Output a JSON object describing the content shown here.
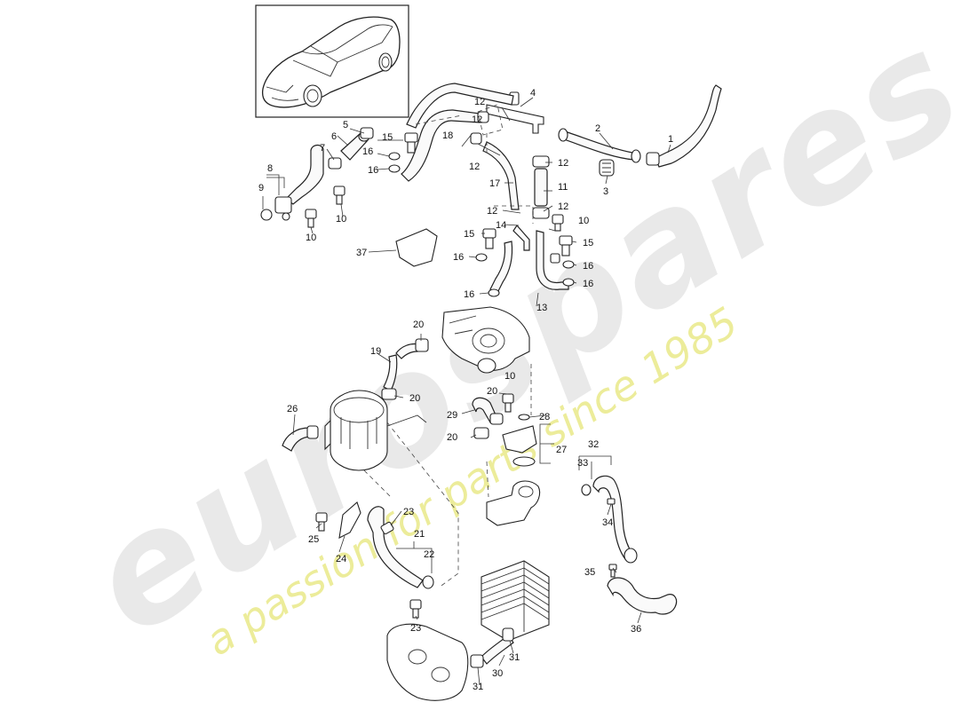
{
  "watermark": {
    "brand": "eurospares",
    "tagline": "a passion for parts since 1985"
  },
  "callouts": [
    {
      "id": "c1",
      "text": "1"
    },
    {
      "id": "c2",
      "text": "2"
    },
    {
      "id": "c3",
      "text": "3"
    },
    {
      "id": "c4",
      "text": "4"
    },
    {
      "id": "c5",
      "text": "5"
    },
    {
      "id": "c6",
      "text": "6"
    },
    {
      "id": "c7",
      "text": "7"
    },
    {
      "id": "c8",
      "text": "8"
    },
    {
      "id": "c9",
      "text": "9"
    },
    {
      "id": "c10a",
      "text": "10"
    },
    {
      "id": "c10b",
      "text": "10"
    },
    {
      "id": "c10c",
      "text": "10"
    },
    {
      "id": "c10d",
      "text": "10"
    },
    {
      "id": "c11",
      "text": "11"
    },
    {
      "id": "c12a",
      "text": "12"
    },
    {
      "id": "c12b",
      "text": "12"
    },
    {
      "id": "c12c",
      "text": "12"
    },
    {
      "id": "c12d",
      "text": "12"
    },
    {
      "id": "c12e",
      "text": "12"
    },
    {
      "id": "c12f",
      "text": "12"
    },
    {
      "id": "c13",
      "text": "13"
    },
    {
      "id": "c14",
      "text": "14"
    },
    {
      "id": "c15a",
      "text": "15"
    },
    {
      "id": "c15b",
      "text": "15"
    },
    {
      "id": "c15c",
      "text": "15"
    },
    {
      "id": "c16a",
      "text": "16"
    },
    {
      "id": "c16b",
      "text": "16"
    },
    {
      "id": "c16c",
      "text": "16"
    },
    {
      "id": "c16d",
      "text": "16"
    },
    {
      "id": "c16e",
      "text": "16"
    },
    {
      "id": "c16f",
      "text": "16"
    },
    {
      "id": "c17",
      "text": "17"
    },
    {
      "id": "c18",
      "text": "18"
    },
    {
      "id": "c19",
      "text": "19"
    },
    {
      "id": "c20a",
      "text": "20"
    },
    {
      "id": "c20b",
      "text": "20"
    },
    {
      "id": "c20c",
      "text": "20"
    },
    {
      "id": "c20d",
      "text": "20"
    },
    {
      "id": "c21",
      "text": "21"
    },
    {
      "id": "c22",
      "text": "22"
    },
    {
      "id": "c23a",
      "text": "23"
    },
    {
      "id": "c23b",
      "text": "23"
    },
    {
      "id": "c24",
      "text": "24"
    },
    {
      "id": "c25",
      "text": "25"
    },
    {
      "id": "c26",
      "text": "26"
    },
    {
      "id": "c27",
      "text": "27"
    },
    {
      "id": "c28",
      "text": "28"
    },
    {
      "id": "c29",
      "text": "29"
    },
    {
      "id": "c30",
      "text": "30"
    },
    {
      "id": "c31a",
      "text": "31"
    },
    {
      "id": "c31b",
      "text": "31"
    },
    {
      "id": "c32",
      "text": "32"
    },
    {
      "id": "c33",
      "text": "33"
    },
    {
      "id": "c34",
      "text": "34"
    },
    {
      "id": "c35",
      "text": "35"
    },
    {
      "id": "c36",
      "text": "36"
    },
    {
      "id": "c37",
      "text": "37"
    }
  ]
}
